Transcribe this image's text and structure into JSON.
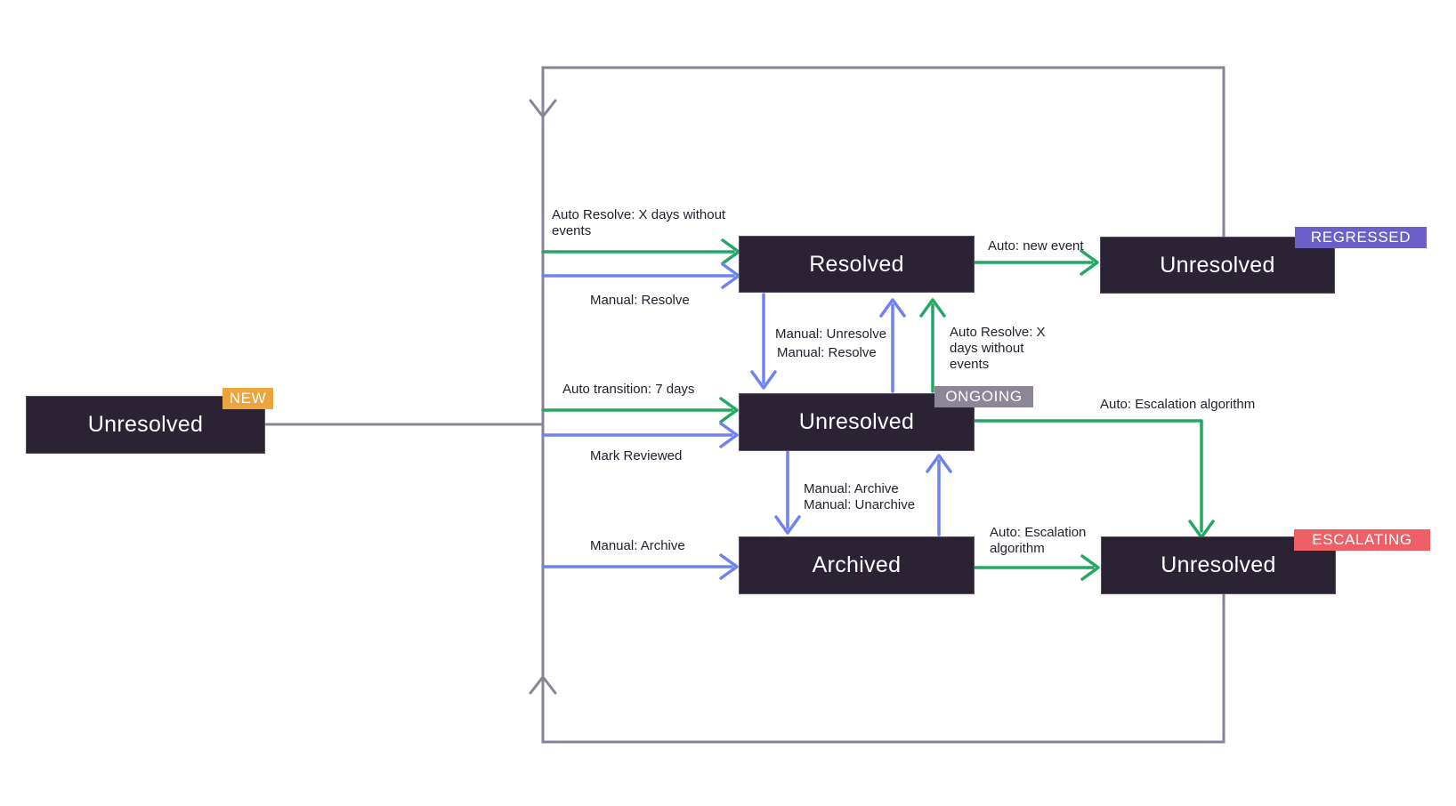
{
  "states": {
    "new": {
      "label": "Unresolved",
      "badge": "NEW"
    },
    "resolved": {
      "label": "Resolved"
    },
    "regressed": {
      "label": "Unresolved",
      "badge": "REGRESSED"
    },
    "ongoing": {
      "label": "Unresolved",
      "badge": "ONGOING"
    },
    "archived": {
      "label": "Archived"
    },
    "escalating": {
      "label": "Unresolved",
      "badge": "ESCALATING"
    }
  },
  "labels": {
    "auto_resolve_top": [
      "Auto Resolve: X days without",
      "events"
    ],
    "manual_resolve_top": "Manual: Resolve",
    "auto_new_event": "Auto: new event",
    "manual_unresolve": "Manual: Unresolve",
    "manual_resolve_mid": "Manual: Resolve",
    "auto_resolve_mid": [
      "Auto Resolve: X",
      "days without",
      "events"
    ],
    "auto_transition": "Auto transition: 7 days",
    "mark_reviewed": "Mark Reviewed",
    "auto_escalation_top": "Auto: Escalation algorithm",
    "manual_archive_pair": [
      "Manual: Archive",
      "Manual: Unarchive"
    ],
    "manual_archive_left": "Manual: Archive",
    "auto_escalation_bottom": [
      "Auto: Escalation",
      "algorithm"
    ]
  },
  "colors": {
    "background": "#ffffff",
    "state_bg": "#2b2233",
    "state_text": "#ffffff",
    "badge_new": "#eca43d",
    "badge_regressed": "#6c5fc7",
    "badge_ongoing": "#8c8698",
    "badge_escalating": "#ef6066",
    "arrow_auto": "#23a764",
    "arrow_manual": "#6e82f0",
    "flow_line": "#8a8397",
    "label_text": "#241c2c"
  }
}
